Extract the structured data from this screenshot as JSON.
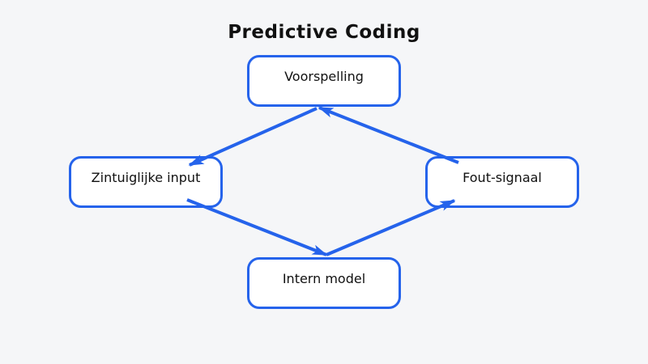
{
  "diagram": {
    "title": "Predictive Coding",
    "nodes": [
      {
        "id": "voorspelling",
        "label": "Voorspelling",
        "position": "top"
      },
      {
        "id": "zintuiglijke-input",
        "label": "Zintuiglijke input",
        "position": "left"
      },
      {
        "id": "fout-signaal",
        "label": "Fout-signaal",
        "position": "right"
      },
      {
        "id": "intern-model",
        "label": "Intern model",
        "position": "bottom"
      }
    ],
    "edges": [
      {
        "from": "voorspelling",
        "to": "zintuiglijke-input"
      },
      {
        "from": "zintuiglijke-input",
        "to": "intern-model"
      },
      {
        "from": "intern-model",
        "to": "fout-signaal"
      },
      {
        "from": "fout-signaal",
        "to": "voorspelling"
      }
    ],
    "colors": {
      "accent": "#2563eb",
      "node_fill": "#ffffff",
      "text": "#111111",
      "background": "#f5f6f8"
    }
  }
}
